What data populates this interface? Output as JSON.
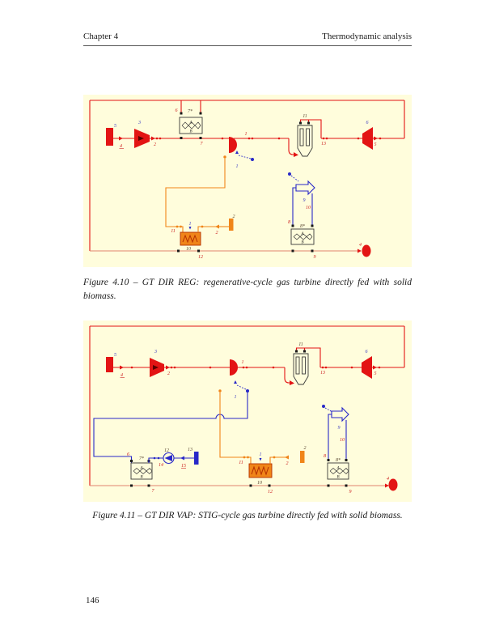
{
  "header": {
    "left": "Chapter 4",
    "right": "Thermodynamic analysis"
  },
  "page_number": "146",
  "colors": {
    "diagram_bg": "#FFFDDC",
    "red": "#E31414",
    "salmon": "#E2826E",
    "orange": "#F08519",
    "blue": "#2828C8",
    "label_red": "#CC2222",
    "label_blue": "#3A3AC0",
    "label_dark": "#5a4632"
  },
  "fig410": {
    "caption_line1": "Figure 4.10 – GT DIR REG: regenerative-cycle gas turbine directly fed with solid",
    "caption_line2": "biomass.",
    "labels": {
      "src": "5",
      "src_stream": "4",
      "comp": "3",
      "comp_out": "2",
      "hx7_in": "6",
      "hx7_title": "7*",
      "hx7_a": "A",
      "hx7_b": "B",
      "hx7_out": "7",
      "comb_out": "1",
      "comb_ctrl": "1",
      "filter": "11",
      "filter_out": "13",
      "turb": "6",
      "turb_out": "5",
      "dry_in": "11",
      "dry_ctrl": "1",
      "dry_title": "10",
      "dry_out": "12",
      "fuel_stream": "2",
      "fuel_src": "2",
      "fan": "9",
      "fan_out": "10",
      "hx8_in": "8",
      "hx8_title": "8*",
      "hx8_a": "A",
      "hx8_b": "B",
      "hx8_out": "9",
      "sink": "4"
    }
  },
  "fig411": {
    "caption": "Figure 4.11 – GT DIR VAP: STIG-cycle gas turbine directly fed with solid biomass.",
    "labels": {
      "src": "5",
      "src_stream": "4",
      "comp": "3",
      "comp_out": "2",
      "comb_out": "1",
      "comb_ctrl": "1",
      "filter": "11",
      "filter_out": "13",
      "turb": "6",
      "turb_out": "5",
      "hx7_in": "6",
      "hx7_title": "7*",
      "hx7_a": "A",
      "hx7_b": "B",
      "hx7_out": "7",
      "pump": "12",
      "pump_out": "14",
      "water_src": "13",
      "water_stream": "15",
      "dry_in": "11",
      "dry_ctrl": "1",
      "dry_title": "10",
      "dry_out": "12",
      "fuel_stream": "2",
      "fuel_src": "2",
      "fan": "9",
      "fan_out": "10",
      "hx8_in": "8",
      "hx8_title": "8*",
      "hx8_a": "A",
      "hx8_b": "B",
      "hx8_out": "9",
      "sink": "4"
    }
  }
}
